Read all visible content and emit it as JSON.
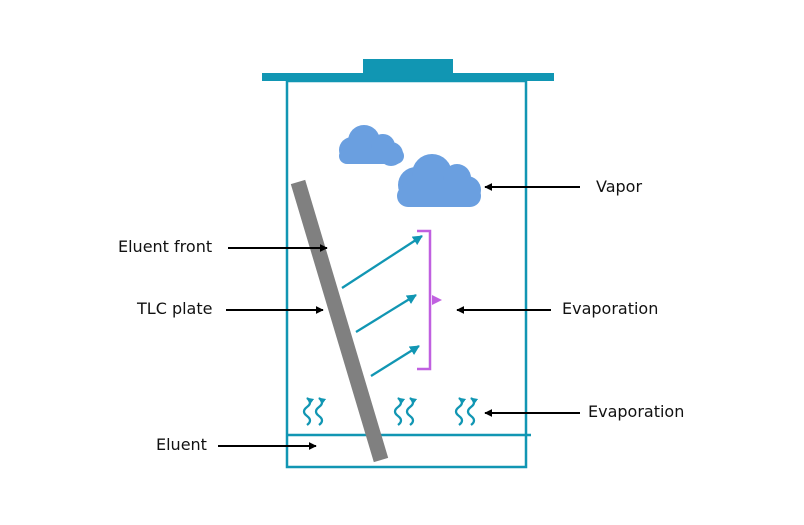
{
  "labels": {
    "vapor": "Vapor",
    "eluent_front": "Eluent front",
    "tlc_plate": "TLC plate",
    "evaporation_upper": "Evaporation",
    "evaporation_lower": "Evaporation",
    "eluent": "Eluent"
  },
  "colors": {
    "chamber": "#1196b3",
    "plate": "#808080",
    "cloud": "#6a9fe0",
    "arrow_blue": "#1196b3",
    "bracket": "#c060e0",
    "pointer": "#000000"
  },
  "icons": {
    "vapor": "cloud-icon",
    "evaporation": "wavy-up-arrow-icon"
  }
}
